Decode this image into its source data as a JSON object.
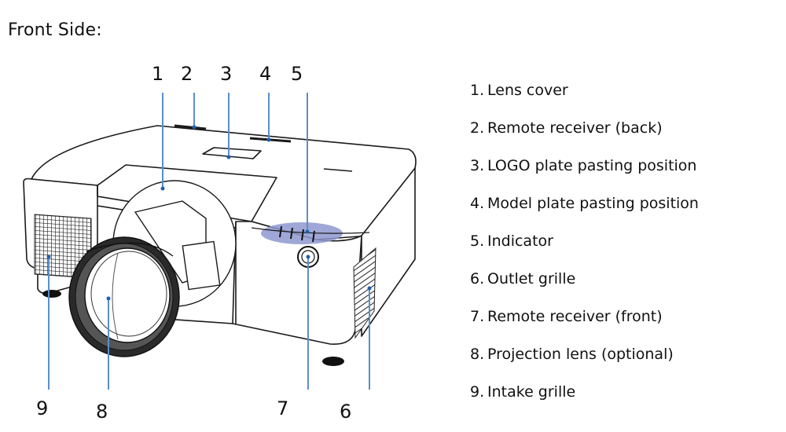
{
  "title": "Front Side:",
  "colors": {
    "leader_line": "#5b8fc9",
    "leader_dot": "#1f5fae",
    "indicator_highlight": "#8e98cf",
    "outline": "#1a1a1a"
  },
  "callouts_top": [
    {
      "num": "1"
    },
    {
      "num": "2"
    },
    {
      "num": "3"
    },
    {
      "num": "4"
    },
    {
      "num": "5"
    }
  ],
  "callouts_bottom": [
    {
      "num": "9"
    },
    {
      "num": "8"
    },
    {
      "num": "7"
    },
    {
      "num": "6"
    }
  ],
  "legend": [
    {
      "idx": "1.",
      "label": "Lens cover"
    },
    {
      "idx": "2.",
      "label": "Remote receiver (back)"
    },
    {
      "idx": "3.",
      "label": "LOGO plate pasting position"
    },
    {
      "idx": "4.",
      "label": "Model plate pasting position"
    },
    {
      "idx": "5.",
      "label": "Indicator"
    },
    {
      "idx": "6.",
      "label": "Outlet grille"
    },
    {
      "idx": "7.",
      "label": "Remote receiver (front)"
    },
    {
      "idx": "8.",
      "label": "Projection lens (optional)"
    },
    {
      "idx": "9.",
      "label": "Intake grille"
    }
  ]
}
